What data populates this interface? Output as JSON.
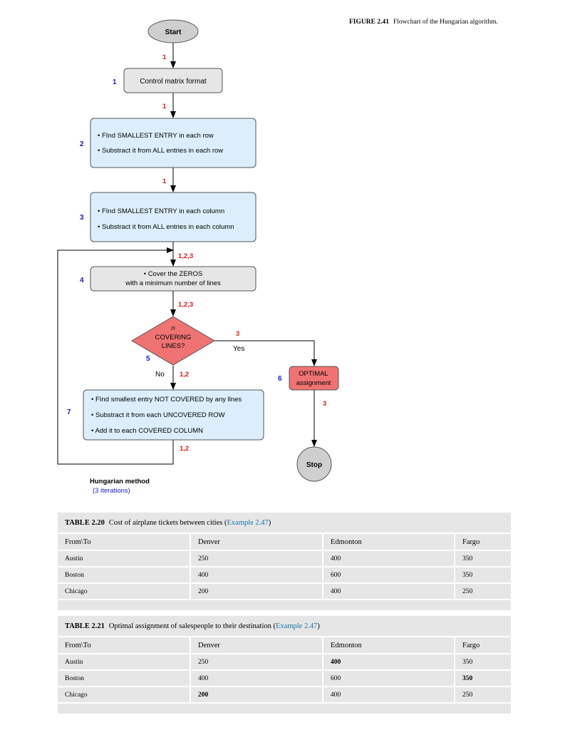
{
  "figure": {
    "label": "FIGURE 2.41",
    "caption": "Flowchart of the Hungarian algorithm."
  },
  "flowchart": {
    "start": "Start",
    "stop": "Stop",
    "step1": {
      "number": "1",
      "text": "Control matrix format"
    },
    "step2": {
      "number": "2",
      "lines": [
        "• FInd SMALLEST ENTRY in each row",
        "• Substract it from ALL entries in each row"
      ]
    },
    "step3": {
      "number": "3",
      "lines": [
        "• FInd SMALLEST ENTRY in each column",
        "• Substract it from ALL entries in each column"
      ]
    },
    "step4": {
      "number": "4",
      "lines": [
        "• Cover the ZEROS",
        "with a minimum number of lines"
      ]
    },
    "step5": {
      "number": "5",
      "lines": [
        "n",
        "COVERING",
        "LINES?"
      ]
    },
    "step6": {
      "number": "6",
      "lines": [
        "OPTIMAL",
        "assignment"
      ]
    },
    "step7": {
      "number": "7",
      "lines": [
        "• FInd smallest entry NOT COVERED by any llnes",
        "• Substract it from each UNCOVERED ROW",
        "• Add it to each COVERED COLUMN"
      ]
    },
    "yes_label": "Yes",
    "no_label": "No",
    "iteration_labels": {
      "start_to_1": "1",
      "1_to_2": "1",
      "2_to_3": "1",
      "into_4": "1,2,3",
      "4_to_5": "1,2,3",
      "yes_branch": "3",
      "no_branch": "1,2",
      "6_to_stop": "3",
      "loop_back": "1,2"
    },
    "method_title": "Hungarian method",
    "method_subtitle": "(3 iterations)",
    "colors": {
      "iteration_red": "#e01818",
      "step_number_blue": "#1a1ad6",
      "box_gray": "#e6e6e6",
      "box_blue": "#dceefb",
      "decision_red": "#f07373",
      "terminal_gray": "#cfcfcf"
    }
  },
  "table220": {
    "number": "TABLE 2.20",
    "title": "Cost of airplane tickets between cities (",
    "link": "Example 2.47",
    "close": ")",
    "headers": [
      "From\\To",
      "Denver",
      "Edmonton",
      "Fargo"
    ],
    "rows": [
      [
        "Austin",
        "250",
        "400",
        "350"
      ],
      [
        "Boston",
        "400",
        "600",
        "350"
      ],
      [
        "Chicago",
        "200",
        "400",
        "250"
      ]
    ]
  },
  "table221": {
    "number": "TABLE 2.21",
    "title": "Optimal assignment of salespeople to their destination (",
    "link": "Example 2.47",
    "close": ")",
    "headers": [
      "From\\To",
      "Denver",
      "Edmonton",
      "Fargo"
    ],
    "rows": [
      [
        "Austin",
        "250",
        "400",
        "350"
      ],
      [
        "Boston",
        "400",
        "600",
        "350"
      ],
      [
        "Chicago",
        "200",
        "400",
        "250"
      ]
    ],
    "bold_cells": [
      "0-2",
      "1-3",
      "2-1"
    ]
  }
}
